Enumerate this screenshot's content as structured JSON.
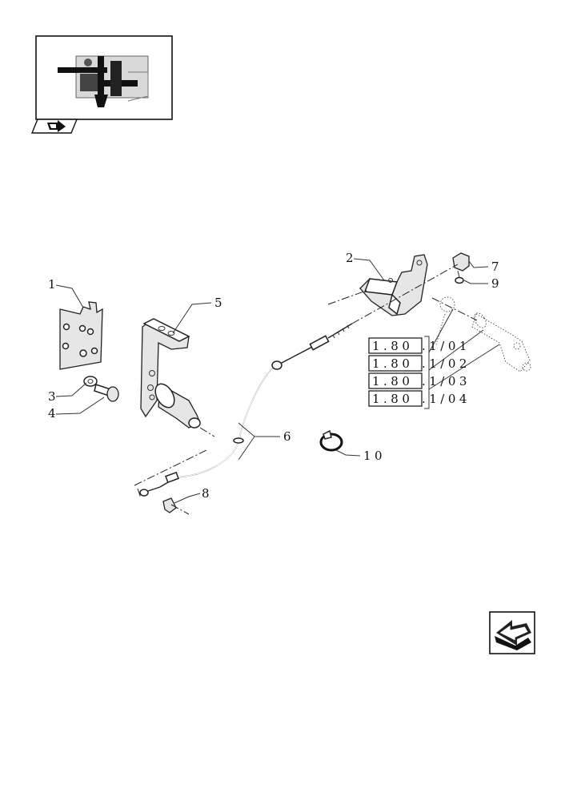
{
  "callouts": [
    {
      "id": "c1",
      "label": "1"
    },
    {
      "id": "c2",
      "label": "2"
    },
    {
      "id": "c3",
      "label": "3"
    },
    {
      "id": "c4",
      "label": "4"
    },
    {
      "id": "c5",
      "label": "5"
    },
    {
      "id": "c6",
      "label": "6"
    },
    {
      "id": "c7",
      "label": "7"
    },
    {
      "id": "c8",
      "label": "8"
    },
    {
      "id": "c9",
      "label": "9"
    },
    {
      "id": "c10",
      "label": "10"
    }
  ],
  "references": [
    {
      "box": "1.80",
      "suffix": ".1/01"
    },
    {
      "box": "1.80",
      "suffix": ".1/02"
    },
    {
      "box": "1.80",
      "suffix": ".1/03"
    },
    {
      "box": "1.80",
      "suffix": ".1/04"
    }
  ],
  "icons": {
    "thumbnail": "assembly-locator-thumbnail",
    "nav_prev": "previous-page-arrow-icon",
    "nav_next": "next-page-arrow-icon"
  }
}
